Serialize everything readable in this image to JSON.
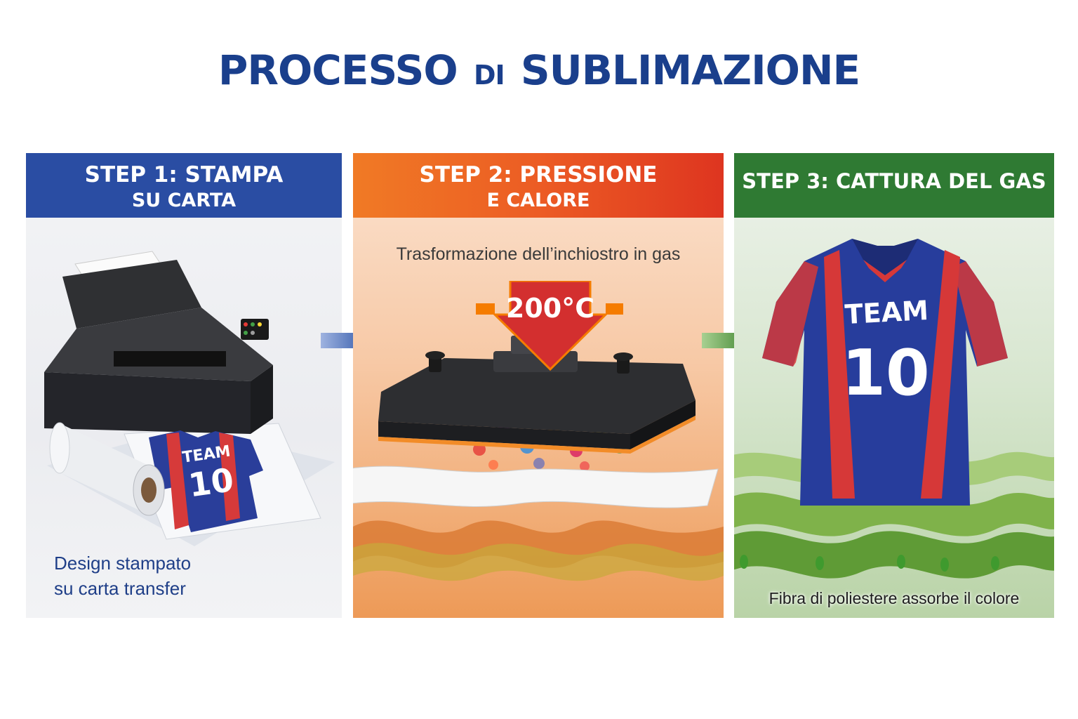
{
  "title": {
    "main": "PROCESSO",
    "connector": "DI",
    "tail": "SUBLIMAZIONE"
  },
  "steps": [
    {
      "header_line1": "STEP 1: STAMPA",
      "header_line2": "SU CARTA",
      "caption_line1": "Design stampato",
      "caption_line2": "su carta transfer",
      "shirt_text": "TEAM",
      "shirt_number": "10"
    },
    {
      "header_line1": "STEP 2: PRESSIONE",
      "header_line2": "E CALORE",
      "subtitle": "Trasformazione dell’inchiostro in gas",
      "temperature": "200°C"
    },
    {
      "header_line1": "STEP 3: CATTURA DEL GAS",
      "caption": "Fibra di poliestere assorbe il colore",
      "shirt_text": "TEAM",
      "shirt_number": "10"
    }
  ],
  "colors": {
    "title": "#1a3f8c",
    "step1_header": "#2a4da3",
    "step2_header": "#ec5c24",
    "step3_header": "#2f7a33",
    "arrow_1_2": "#2a4da3",
    "arrow_2_3": "#3f8f2e"
  },
  "icons": [
    "printer-icon",
    "paper-roll-icon",
    "heat-press-icon",
    "jersey-icon",
    "arrow-right-icon"
  ]
}
